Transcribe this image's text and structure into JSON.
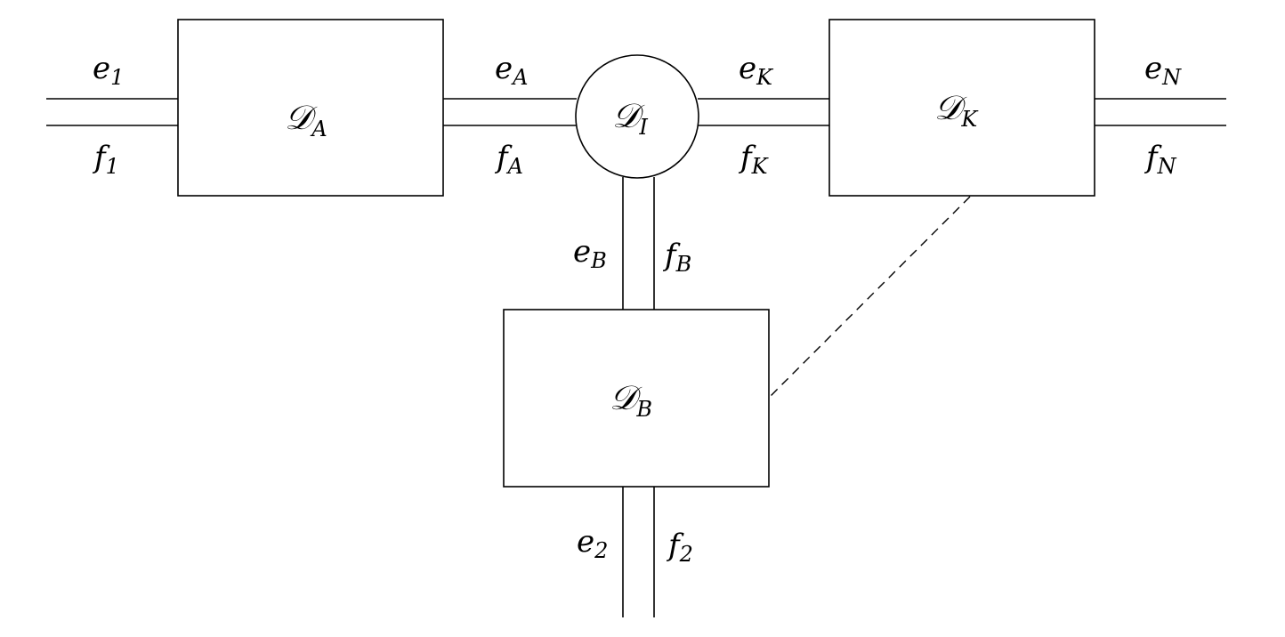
{
  "nodes": {
    "A": {
      "base": "𝒟",
      "sub": "A"
    },
    "I": {
      "base": "𝒟",
      "sub": "I"
    },
    "K": {
      "base": "𝒟",
      "sub": "K"
    },
    "B": {
      "base": "𝒟",
      "sub": "B"
    }
  },
  "ports": {
    "e1": {
      "base": "e",
      "sub": "1"
    },
    "f1": {
      "base": "f",
      "sub": "1"
    },
    "eA": {
      "base": "e",
      "sub": "A"
    },
    "fA": {
      "base": "f",
      "sub": "A"
    },
    "eK": {
      "base": "e",
      "sub": "K"
    },
    "fK": {
      "base": "f",
      "sub": "K"
    },
    "eN": {
      "base": "e",
      "sub": "N"
    },
    "fN": {
      "base": "f",
      "sub": "N"
    },
    "eB": {
      "base": "e",
      "sub": "B"
    },
    "fB": {
      "base": "f",
      "sub": "B"
    },
    "e2": {
      "base": "e",
      "sub": "2"
    },
    "f2": {
      "base": "f",
      "sub": "2"
    }
  }
}
